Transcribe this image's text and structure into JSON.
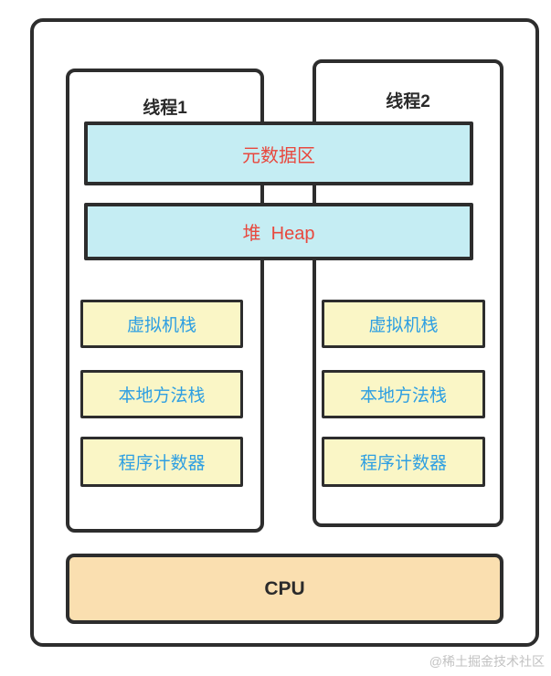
{
  "diagram": {
    "title_implied": "JVM runtime memory layout",
    "threads": [
      {
        "label": "线程1"
      },
      {
        "label": "线程2"
      }
    ],
    "shared_areas": [
      {
        "label": "元数据区"
      },
      {
        "label": "堆  Heap"
      }
    ],
    "thread_areas": [
      "虚拟机栈",
      "本地方法栈",
      "程序计数器"
    ],
    "cpu_label": "CPU",
    "watermark": "@稀土掘金技术社区",
    "colors": {
      "border": "#2d2d2d",
      "shared_area_fill": "#c5edf3",
      "shared_area_text": "#e8483e",
      "thread_area_fill": "#faf6c6",
      "thread_area_text": "#2e9fe2",
      "cpu_fill": "#fadfb0",
      "label_text": "#2b2b2b",
      "watermark_text": "#c2c2c2",
      "background": "#ffffff"
    }
  }
}
